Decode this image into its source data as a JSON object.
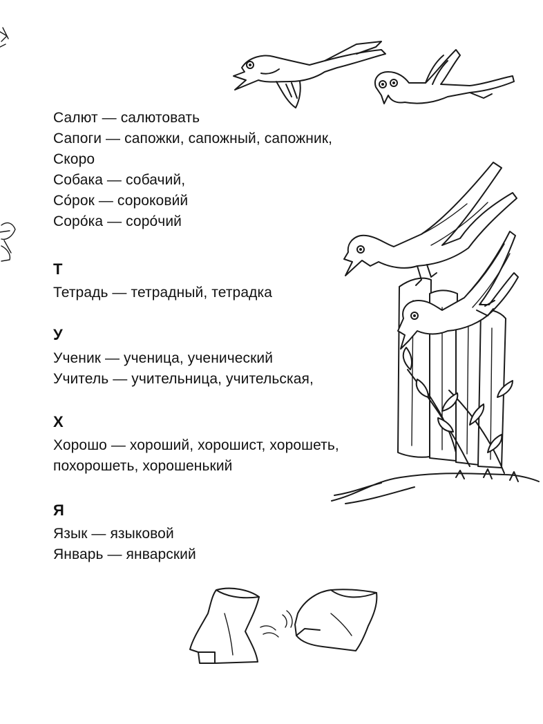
{
  "sections": [
    {
      "id": "s",
      "letter": "",
      "lines": [
        "Салют — салютовать",
        "Сапоги — сапожки, сапожный, сапожник,",
        "Скоро",
        "Собака — собачий,",
        "Со́рок — сорокови́й",
        "Соро́ка — соро́чий"
      ]
    },
    {
      "id": "t",
      "letter": "Т",
      "lines": [
        "Тетрадь — тетрадный, тетрадка"
      ]
    },
    {
      "id": "u",
      "letter": "У",
      "lines": [
        "Ученик — ученица, ученический",
        "Учитель — учительница, учительская,"
      ]
    },
    {
      "id": "h",
      "letter": "Х",
      "lines": [
        "Хорошо — хороший, хорошист, хорошеть,",
        "похорошеть, хорошенький"
      ]
    },
    {
      "id": "ya",
      "letter": "Я",
      "lines": [
        "Язык — языковой",
        "Январь — январский"
      ]
    }
  ],
  "illustrations": {
    "top": "two-magpies-flying",
    "right": "two-magpies-on-fence",
    "bottom": "pair-of-boots",
    "left_edge": "cropped-drawing-fragments"
  }
}
